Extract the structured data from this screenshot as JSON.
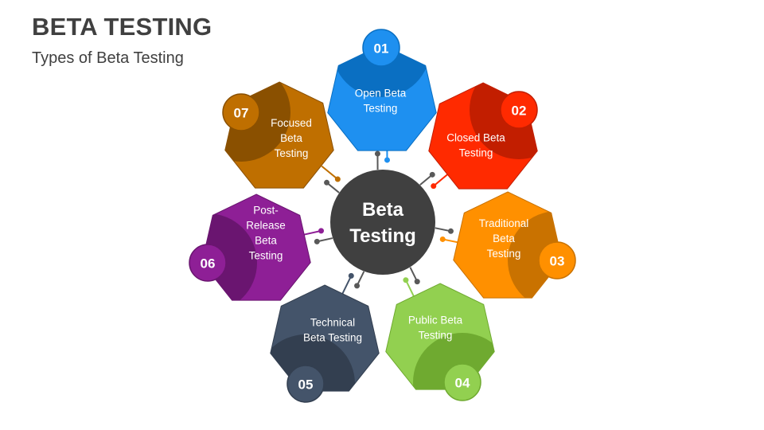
{
  "header": {
    "title": "BETA TESTING",
    "subtitle": "Types of Beta Testing"
  },
  "center": {
    "lines": [
      "Beta",
      "Testing"
    ],
    "color": "#404040"
  },
  "connector_color": "#595959",
  "items": [
    {
      "number": "01",
      "lines": [
        "Open Beta",
        "Testing"
      ],
      "color": "#1E90F0",
      "dark": "#0A6FC2"
    },
    {
      "number": "02",
      "lines": [
        "Closed Beta",
        "Testing"
      ],
      "color": "#FF2A00",
      "dark": "#C21E00"
    },
    {
      "number": "03",
      "lines": [
        "Traditional",
        "Beta",
        "Testing"
      ],
      "color": "#FF9000",
      "dark": "#C97200"
    },
    {
      "number": "04",
      "lines": [
        "Public Beta",
        "Testing"
      ],
      "color": "#92D050",
      "dark": "#6FAA30"
    },
    {
      "number": "05",
      "lines": [
        "Technical",
        "Beta Testing"
      ],
      "color": "#44546A",
      "dark": "#333F50"
    },
    {
      "number": "06",
      "lines": [
        "Post-",
        "Release",
        "Beta",
        "Testing"
      ],
      "color": "#8E1F96",
      "dark": "#6A1570"
    },
    {
      "number": "07",
      "lines": [
        "Focused",
        "Beta",
        "Testing"
      ],
      "color": "#BF6F00",
      "dark": "#8A5000"
    }
  ]
}
